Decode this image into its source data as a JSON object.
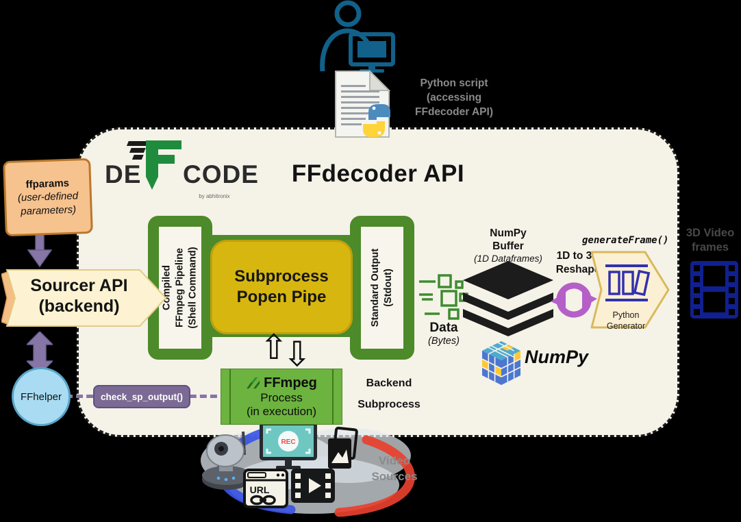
{
  "colors": {
    "canvas_bg": "#000000",
    "container_bg": "#F5F2E8",
    "pipeline_green": "#4C8A2A",
    "popen_yellow": "#D7B70F",
    "ffmpeg_green": "#6DB33F",
    "arrow_purple": "#8676A6",
    "check_purple": "#7B6A94",
    "reshape_purple": "#B55FC8",
    "ffparams_orange": "#F6C28E",
    "sourcer_cream": "#FDF3D2",
    "ffhelper_blue": "#A9DCF2",
    "film_navy": "#10208F",
    "generator_indigo": "#3231AE",
    "caption_gray": "#8A8A8A",
    "numpy_blue": "#4D77CF",
    "numpy_light_blue": "#4DABCF",
    "numpy_yellow": "#FFC836"
  },
  "top": {
    "python_caption": "Python script\n(accessing\nFFdecoder API)"
  },
  "logo": {
    "de": "DE",
    "code": "CODE",
    "byline": "by abhitronix"
  },
  "container": {
    "title": "FFdecoder API"
  },
  "left_flow": {
    "ffparams_title": "ffparams",
    "ffparams_sub": "(user-defined\nparameters)",
    "sourcer": "Sourcer API\n(backend)",
    "ffhelper": "FFhelper",
    "check_fn": "check_sp_output()"
  },
  "pipeline": {
    "compiled": "Compiled\nFFmpeg Pipeline\n(Shell Command)",
    "popen": "Subprocess\nPopen Pipe",
    "stdout": "Standard Output\n(Stdout)"
  },
  "ffmpeg": {
    "brand": "FFmpeg",
    "process": "Process",
    "state": "(in execution)",
    "backend": "Backend\nSubprocess"
  },
  "data_out": {
    "label": "Data",
    "sub": "(Bytes)"
  },
  "numpy": {
    "buffer_title": "NumPy\nBuffer",
    "buffer_sub": "(1D Dataframes)",
    "brand": "NumPy"
  },
  "reshape": {
    "label": "1D to 3D\nReshape"
  },
  "generator": {
    "fn": "generateFrame()",
    "label": "Python\nGenerator"
  },
  "output": {
    "label": "3D Video\nframes"
  },
  "video_sources": {
    "label": "Video\nSources",
    "rec": "REC",
    "url": "URL"
  }
}
